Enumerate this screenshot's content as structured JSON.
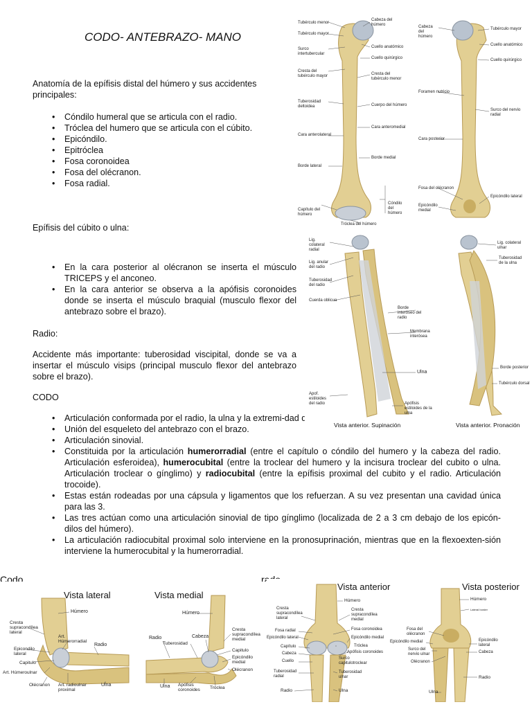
{
  "title": "CODO- ANTEBRAZO- MANO",
  "humerus_section": {
    "heading": "Anatomía de la epífisis distal del húmero y sus accidentes principales:",
    "items": [
      "Cóndilo humeral que se articula con el radio.",
      "Tróclea del humero que se articula con el cúbito.",
      "Epicóndilo.",
      "Epitróclea",
      "Fosa coronoidea",
      "Fosa del olécranon.",
      "Fosa radial."
    ]
  },
  "ulna_section": {
    "heading": "Epífisis del cúbito o ulna:",
    "items": [
      "En la cara posterior al olécranon se inserta el músculo TRICEPS y el anconeo.",
      "En la cara anterior se observa a la apófisis coronoides donde se inserta el músculo braquial (musculo flexor del antebrazo sobre el brazo)."
    ]
  },
  "radio_section": {
    "heading": "Radio:",
    "text": "Accidente más importante: tuberosidad viscipital, donde se va a insertar el músculo visips (principal musculo flexor del antebrazo sobre el brazo)."
  },
  "codo_section": {
    "heading": "CODO",
    "items": [
      {
        "parts": [
          {
            "t": "Articulación conformada por el radio, la ulna y la extremi-dad distal del húmero.",
            "b": false
          }
        ]
      },
      {
        "parts": [
          {
            "t": "Unión del esqueleto del antebrazo con el brazo.",
            "b": false
          }
        ]
      },
      {
        "parts": [
          {
            "t": "Articulación sinovial.",
            "b": false
          }
        ]
      },
      {
        "parts": [
          {
            "t": "Constituida por la articulación ",
            "b": false
          },
          {
            "t": "humerorradial",
            "b": true
          },
          {
            "t": " (entre el capítulo o cóndilo del humero y la cabeza del radio. Articulación esferoidea), ",
            "b": false
          },
          {
            "t": "humerocubital",
            "b": true
          },
          {
            "t": " (entre la troclear del humero y la incisura troclear del cubito o ulna. Articulación troclear o gínglimo) y ",
            "b": false
          },
          {
            "t": "radiocubital",
            "b": true
          },
          {
            "t": " (entre la epífisis proximal del cubito y el radio. Articulación trocoide).",
            "b": false
          }
        ]
      },
      {
        "parts": [
          {
            "t": "Estas están rodeadas por una cápsula y ligamentos que los refuerzan. A su vez presentan una cavidad única para las 3.",
            "b": false
          }
        ]
      },
      {
        "parts": [
          {
            "t": "Las tres actúan como una articulación sinovial de tipo gínglimo (localizada de 2 a 3 cm debajo de los epicón-dilos del húmero).",
            "b": false
          }
        ]
      },
      {
        "parts": [
          {
            "t": "La articulación radiocubital proximal solo interviene en la pronosuprinación, mientras que en la flexoexten-sión interviene la humerocubital y la humerorradial.",
            "b": false
          }
        ]
      }
    ]
  },
  "humerus_figure": {
    "labels_left": [
      "Tubérculo menor",
      "Tubérculo mayor",
      "Surco intertubercular",
      "Cresta del tubérculo mayor",
      "Tuberosidad deltoidea",
      "Cara anterolateral",
      "Borde lateral",
      "Capítulo del húmero"
    ],
    "labels_mid": [
      "Cabeza del húmero",
      "Cuello anatómico",
      "Cuello quirúrgico",
      "Cresta del tubérculo menor",
      "Cuerpo del húmero",
      "Cara anteromedial",
      "Borde medial",
      "Cóndilo del húmero",
      "Tróclea del húmero"
    ],
    "labels_right": [
      "Cabeza del húmero",
      "Tubérculo mayor",
      "Cuello anatómico",
      "Cuello quirúrgico",
      "Foramen nutricio",
      "Surco del nervio radial",
      "Cara posterior",
      "Fosa del olécranon",
      "Epicóndilo lateral",
      "Epicóndilo medial"
    ]
  },
  "forearm_figure": {
    "labels_left": [
      "Lig. colateral radial",
      "Lig. anular del radio",
      "Tuberosidad del radio",
      "Cuerda oblicua",
      "Borde interóseo del radio",
      "Membrana interósea",
      "Ulna",
      "Apof. estiloides del radio",
      "Apófisis estiloides de la ulna"
    ],
    "labels_right": [
      "Lig. colateral ulnar",
      "Tuberosidad de la ulna",
      "Borde posterior",
      "Tubérculo dorsal"
    ],
    "caption_left": "Vista anterior. Supinación",
    "caption_right": "Vista anterior. Pronación"
  },
  "elbow_figures": {
    "cut_left": "Codo",
    "cut_mid": "rado",
    "lateral": {
      "title": "Vista lateral",
      "labels": [
        "Húmero",
        "Cresta supracondílea lateral",
        "Art. Húmerorradial",
        "Radio",
        "Epicondilo lateral",
        "Capitulo",
        "Art. Húmeroulnar",
        "Olécranon",
        "Art. radioulnar proximal",
        "Ulna"
      ]
    },
    "medial": {
      "title": "Vista medial",
      "labels": [
        "Húmero",
        "Radio",
        "Tuberosidad",
        "Cabeza",
        "Cresta supracondílea medial",
        "Capitulo",
        "Epicóndilo medial",
        "Olécranon",
        "Ulna",
        "Apófisis coronoides",
        "Tróclea"
      ]
    },
    "anterior": {
      "title": "Vista anterior",
      "labels": [
        "Húmero",
        "Cresta supracondílea lateral",
        "Cresta supracondílea medial",
        "Fosa radial",
        "Fosa coronoidea",
        "Epicóndilo lateral",
        "Epicóndilo medial",
        "Capítulo",
        "Tróclea",
        "Cabeza",
        "Apófisis coronoides",
        "Cuello",
        "Surco capitulotroclear",
        "Tuberosidad radial",
        "Tuberosidad ulnar",
        "Radio",
        "Ulna"
      ]
    },
    "posterior": {
      "title": "Vista posterior",
      "labels": [
        "Húmero",
        "Lateral border",
        "Fosa del olécranon",
        "Epicóndilo medial",
        "Epicóndilo lateral",
        "Surco del nervio ulnar",
        "Cabeza",
        "Olécranon",
        "Radio",
        "Ulna"
      ]
    }
  },
  "colors": {
    "bone": "#e2cf93",
    "bone_shadow": "#c9ad62",
    "cartilage": "#b9c3cf",
    "ligament": "#cfd3d8",
    "text": "#111111"
  }
}
